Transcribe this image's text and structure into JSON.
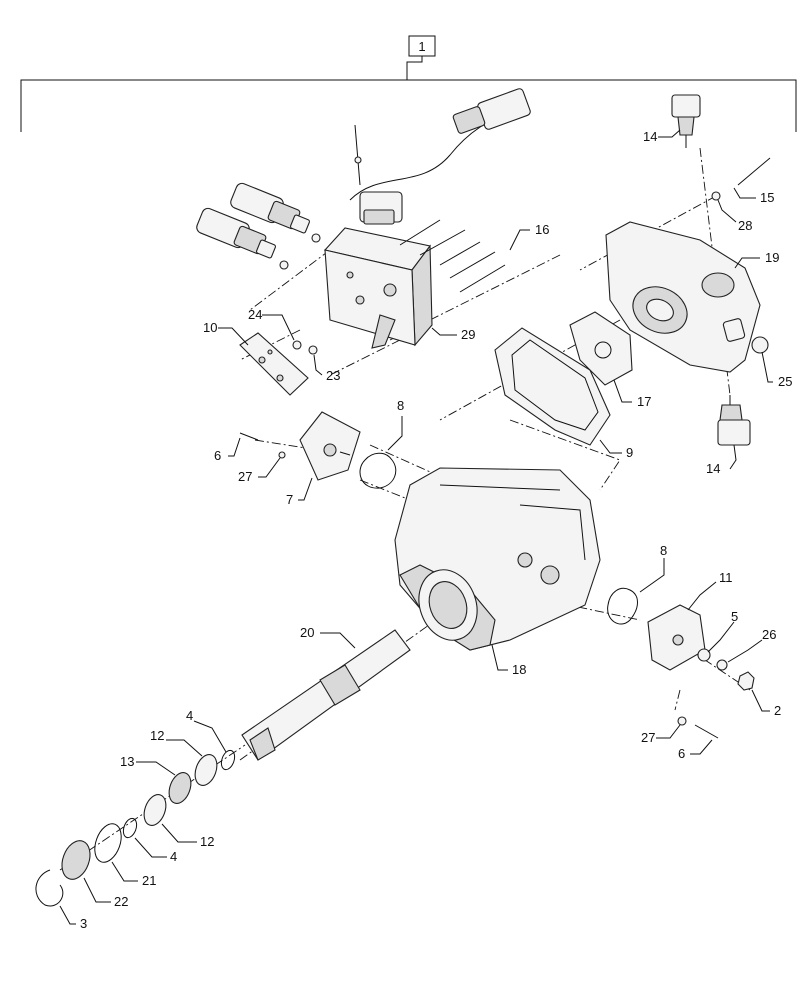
{
  "diagram": {
    "assembly_label": "1",
    "callouts": {
      "c14a": "14",
      "c15": "15",
      "c28": "28",
      "c19": "19",
      "c16": "16",
      "c24": "24",
      "c10": "10",
      "c29": "29",
      "c23": "23",
      "c25": "25",
      "c17": "17",
      "c9": "9",
      "c14b": "14",
      "c8a": "8",
      "c6a": "6",
      "c27a": "27",
      "c7": "7",
      "c8b": "8",
      "c11": "11",
      "c20": "20",
      "c5": "5",
      "c26": "26",
      "c18": "18",
      "c2": "2",
      "c4a": "4",
      "c12a": "12",
      "c27b": "27",
      "c6b": "6",
      "c13": "13",
      "c12b": "12",
      "c4b": "4",
      "c21": "21",
      "c22": "22",
      "c3": "3"
    }
  }
}
